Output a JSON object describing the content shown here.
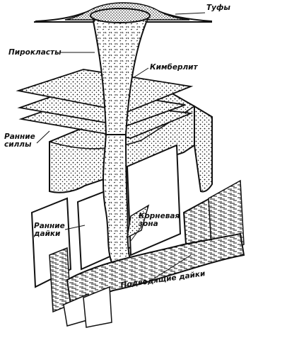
{
  "labels": {
    "tuffs": "Туфы",
    "pyroclastics": "Пирокласты",
    "kimberlite": "Кимберлит",
    "early_sills_line1": "Ранние",
    "early_sills_line2": "силлы",
    "early_dikes_line1": "Ранние",
    "early_dikes_line2": "дайки",
    "root_zone_line1": "Корневая",
    "root_zone_line2": "зона",
    "feeder_dikes": "Подводящие дайки"
  },
  "colors": {
    "ink": "#111111",
    "paper": "#ffffff"
  }
}
